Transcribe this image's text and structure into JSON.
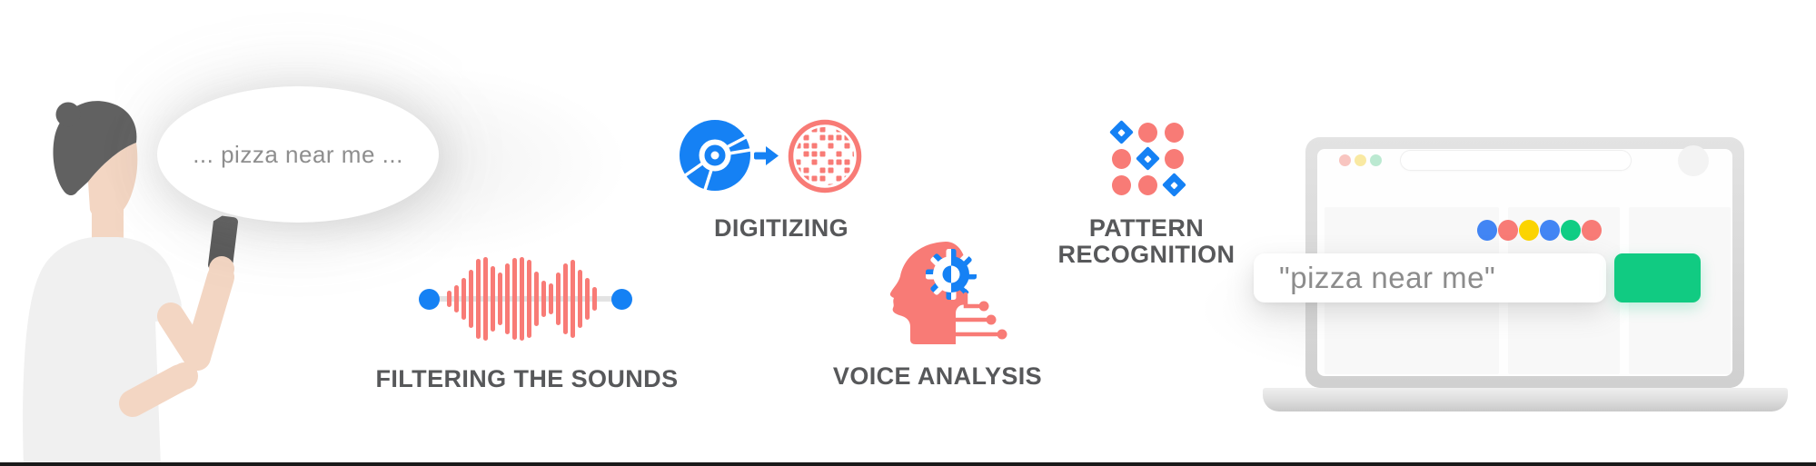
{
  "speech_bubble": {
    "text": "... pizza near me ..."
  },
  "steps": {
    "filtering": {
      "label": "FILTERING THE SOUNDS"
    },
    "digitizing": {
      "label": "DIGITIZING"
    },
    "voice_analysis": {
      "label": "VOICE ANALYSIS"
    },
    "pattern_recognition": {
      "label_line1": "PATTERN",
      "label_line2": "RECOGNITION"
    }
  },
  "waveform": {
    "bar_heights": [
      18,
      30,
      46,
      64,
      88,
      92,
      72,
      58,
      78,
      90,
      92,
      86,
      60,
      40,
      34,
      58,
      78,
      86,
      64,
      46,
      26
    ]
  },
  "digitizing_icon": {
    "halftone_rows": [
      "00110100",
      "01011110",
      "11101011",
      "01110101",
      "10101110",
      "11011010",
      "01110110",
      "00101000"
    ]
  },
  "pattern_grid": {
    "rows": [
      [
        "diamond",
        "circle",
        "circle"
      ],
      [
        "circle",
        "diamond",
        "circle"
      ],
      [
        "circle",
        "circle",
        "diamond"
      ]
    ]
  },
  "laptop": {
    "traffic_light_colors": [
      "#F8C5C0",
      "#F9E9A2",
      "#BBE9D1"
    ],
    "logo_dot_colors": [
      "#4285F4",
      "#F87B76",
      "#FBD400",
      "#4285F4",
      "#10CD84",
      "#F87B76"
    ],
    "search_value": "\"pizza near me\""
  },
  "icons": {
    "digitizing": [
      "cd-disc-icon",
      "arrow-right-icon",
      "halftone-circle-icon"
    ],
    "voice_analysis": [
      "head-profile-icon",
      "gear-icon",
      "circuit-traces-icon"
    ]
  },
  "colors": {
    "red": "#F87B76",
    "blue": "#1581F4",
    "green": "#11CB82",
    "label": "#57585A",
    "bubble-text": "#8E8E8E",
    "search-text": "#8C8C8C",
    "skin": "#F3D6C3",
    "hair": "#616161",
    "shirt": "#F0F0F0",
    "phone": "#5A5A5A",
    "track": "#E3E3E3"
  }
}
